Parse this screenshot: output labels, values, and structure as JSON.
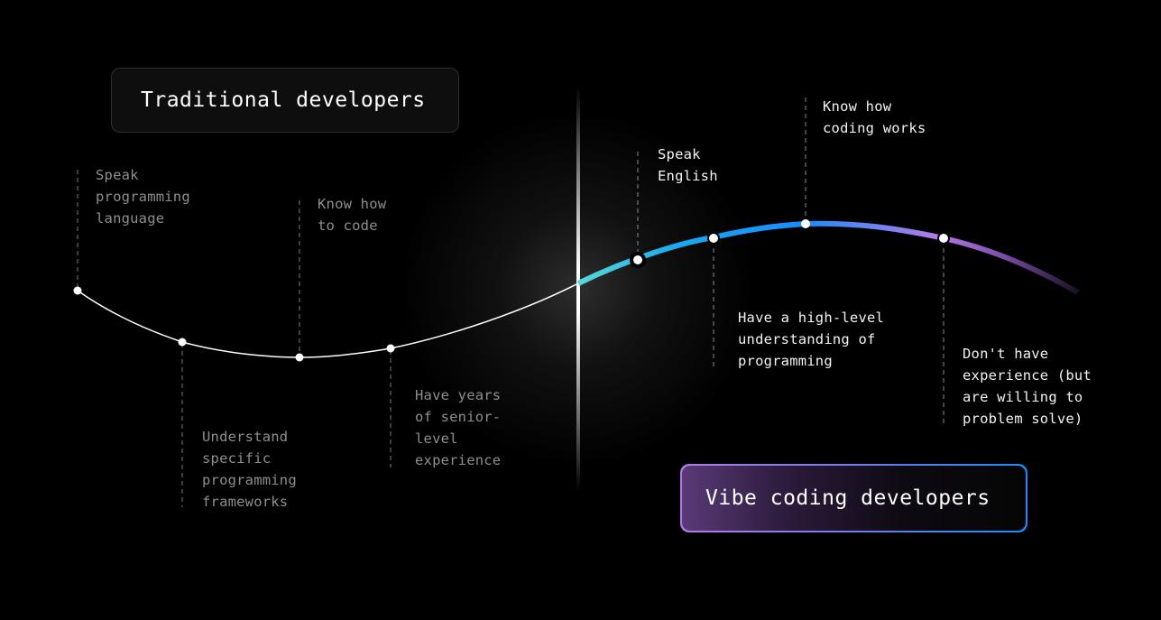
{
  "colors": {
    "background": "#000000",
    "traditional_curve": "#ffffff",
    "vibe_gradient": [
      "#5ad8d4",
      "#1aa8f0",
      "#1a8cff",
      "#b57ae8",
      "#2a1a3a"
    ],
    "old_label_text": "#8e8e8e",
    "new_label_text": "#f2f2f2"
  },
  "traditional": {
    "title": "Traditional developers",
    "points": [
      {
        "label": "Speak\nprogramming\nlanguage",
        "position": "above"
      },
      {
        "label": "Understand\nspecific\nprogramming\nframeworks",
        "position": "below"
      },
      {
        "label": "Know how\nto code",
        "position": "above"
      },
      {
        "label": "Have years\nof senior-\nlevel\nexperience",
        "position": "below"
      }
    ]
  },
  "vibe": {
    "title": "Vibe coding developers",
    "points": [
      {
        "label": "Speak\nEnglish",
        "position": "above"
      },
      {
        "label": "Have a high-level\nunderstanding of\nprogramming",
        "position": "below"
      },
      {
        "label": "Know how\ncoding works",
        "position": "above"
      },
      {
        "label": "Don't have\nexperience (but\nare willing to\nproblem solve)",
        "position": "below"
      }
    ]
  }
}
